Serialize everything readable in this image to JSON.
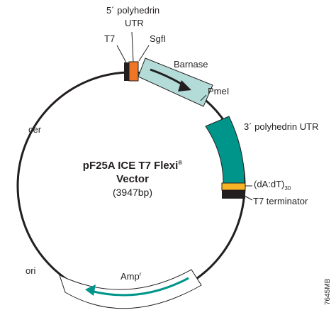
{
  "plasmid": {
    "name": "pF25A ICE T7 Flexi",
    "name_mark": "®",
    "name_line2": "Vector",
    "size": "(3947bp)"
  },
  "features": {
    "t7": "T7",
    "polyhedrin_5_line1": "5´ polyhedrin",
    "polyhedrin_5_line2": "UTR",
    "sgfi": "SgfI",
    "barnase": "Barnase",
    "pmei": "PmeI",
    "polyhedrin_3": "3´ polyhedrin UTR",
    "polya": "(dA:dT)",
    "polya_sub": "30",
    "t7_terminator": "T7 terminator",
    "cer": "cer",
    "ori": "ori",
    "amp": "Amp",
    "amp_sup": "r"
  },
  "figure_code": "7645MB",
  "colors": {
    "barnase_fill": "#b3dcd9",
    "polyhedrin3_fill": "#00958a",
    "utr5_fill": "#ee7624",
    "polya_fill": "#f5b325",
    "arrow_teal": "#00958a"
  }
}
